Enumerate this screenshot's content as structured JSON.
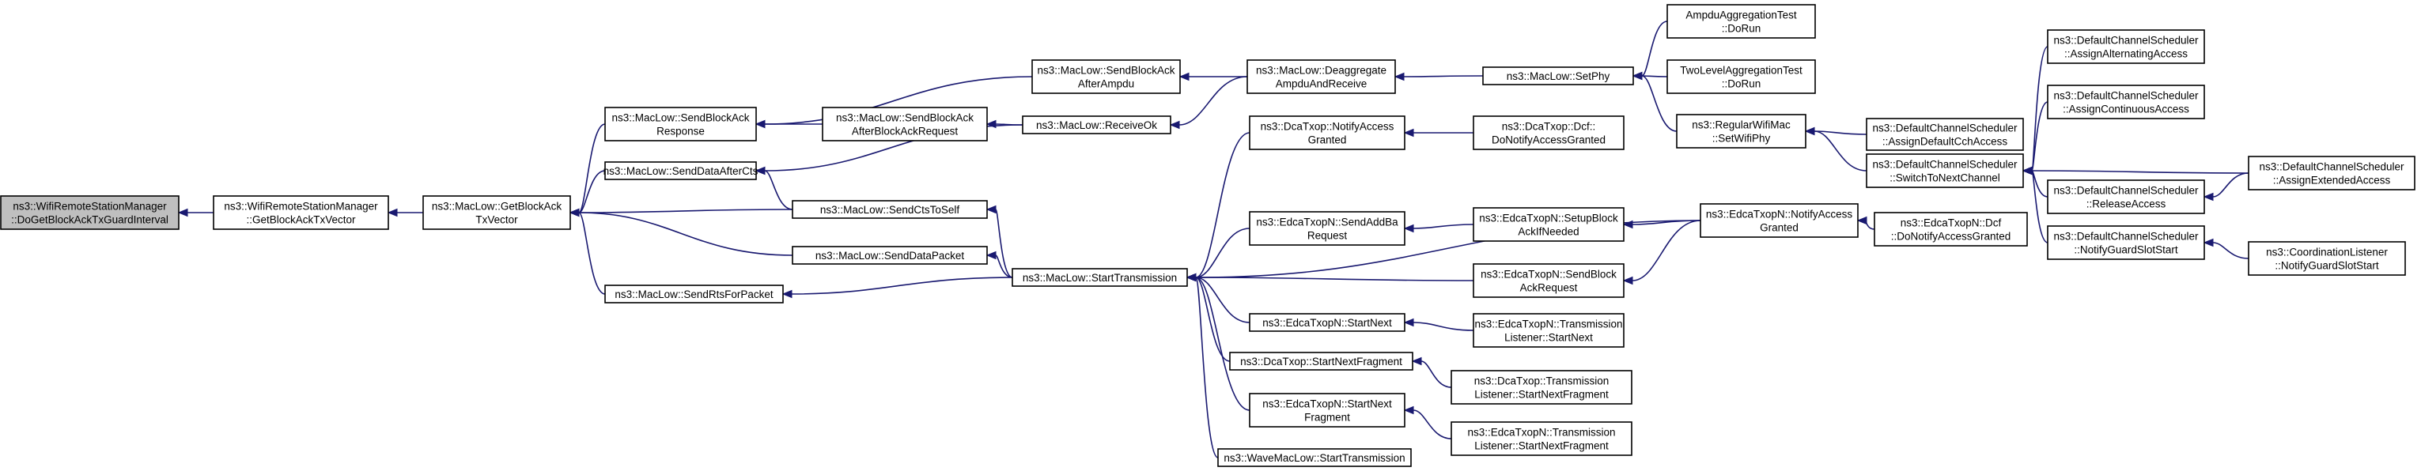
{
  "diagram": {
    "nodes": [
      {
        "id": "n0",
        "lines": [
          "ns3::WifiRemoteStationManager",
          "::DoGetBlockAckTxGuardInterval"
        ],
        "highlight": true
      },
      {
        "id": "n1",
        "lines": [
          "ns3::WifiRemoteStationManager",
          "::GetBlockAckTxVector"
        ]
      },
      {
        "id": "n2",
        "lines": [
          "ns3::MacLow::GetBlockAck",
          "TxVector"
        ]
      },
      {
        "id": "n3",
        "lines": [
          "ns3::MacLow::SendBlockAck",
          "Response"
        ]
      },
      {
        "id": "n4",
        "lines": [
          "ns3::MacLow::SendDataAfterCts"
        ]
      },
      {
        "id": "n5",
        "lines": [
          "ns3::MacLow::SendCtsToSelf"
        ]
      },
      {
        "id": "n6",
        "lines": [
          "ns3::MacLow::SendDataPacket"
        ]
      },
      {
        "id": "n7",
        "lines": [
          "ns3::MacLow::SendRtsForPacket"
        ]
      },
      {
        "id": "n8",
        "lines": [
          "ns3::MacLow::SendBlockAck",
          "AfterAmpdu"
        ]
      },
      {
        "id": "n9",
        "lines": [
          "ns3::MacLow::SendBlockAck",
          "AfterBlockAckRequest"
        ]
      },
      {
        "id": "n10",
        "lines": [
          "ns3::MacLow::ReceiveOk"
        ]
      },
      {
        "id": "n11",
        "lines": [
          "ns3::MacLow::Deaggregate",
          "AmpduAndReceive"
        ]
      },
      {
        "id": "n12",
        "lines": [
          "ns3::MacLow::SetPhy"
        ]
      },
      {
        "id": "n13",
        "lines": [
          "AmpduAggregationTest",
          "::DoRun"
        ]
      },
      {
        "id": "n14",
        "lines": [
          "TwoLevelAggregationTest",
          "::DoRun"
        ]
      },
      {
        "id": "n15",
        "lines": [
          "ns3::RegularWifiMac",
          "::SetWifiPhy"
        ]
      },
      {
        "id": "n16",
        "lines": [
          "ns3::DefaultChannelScheduler",
          "::AssignDefaultCchAccess"
        ]
      },
      {
        "id": "n17",
        "lines": [
          "ns3::DefaultChannelScheduler",
          "::SwitchToNextChannel"
        ]
      },
      {
        "id": "n18",
        "lines": [
          "ns3::DefaultChannelScheduler",
          "::AssignAlternatingAccess"
        ]
      },
      {
        "id": "n19",
        "lines": [
          "ns3::DefaultChannelScheduler",
          "::AssignContinuousAccess"
        ]
      },
      {
        "id": "n20",
        "lines": [
          "ns3::DefaultChannelScheduler",
          "::ReleaseAccess"
        ]
      },
      {
        "id": "n21",
        "lines": [
          "ns3::DefaultChannelScheduler",
          "::AssignExtendedAccess"
        ]
      },
      {
        "id": "n22",
        "lines": [
          "ns3::DefaultChannelScheduler",
          "::NotifyGuardSlotStart"
        ]
      },
      {
        "id": "n23",
        "lines": [
          "ns3::CoordinationListener",
          "::NotifyGuardSlotStart"
        ]
      },
      {
        "id": "n24",
        "lines": [
          "ns3::MacLow::StartTransmission"
        ]
      },
      {
        "id": "n25",
        "lines": [
          "ns3::DcaTxop::NotifyAccess",
          "Granted"
        ]
      },
      {
        "id": "n26",
        "lines": [
          "ns3::DcaTxop::Dcf::",
          "DoNotifyAccessGranted"
        ]
      },
      {
        "id": "n27",
        "lines": [
          "ns3::EdcaTxopN::SendAddBa",
          "Request"
        ]
      },
      {
        "id": "n28",
        "lines": [
          "ns3::EdcaTxopN::SetupBlock",
          "AckIfNeeded"
        ]
      },
      {
        "id": "n29",
        "lines": [
          "ns3::EdcaTxopN::NotifyAccess",
          "Granted"
        ]
      },
      {
        "id": "n30",
        "lines": [
          "ns3::EdcaTxopN::Dcf",
          "::DoNotifyAccessGranted"
        ]
      },
      {
        "id": "n31",
        "lines": [
          "ns3::EdcaTxopN::SendBlock",
          "AckRequest"
        ]
      },
      {
        "id": "n32",
        "lines": [
          "ns3::EdcaTxopN::StartNext"
        ]
      },
      {
        "id": "n33",
        "lines": [
          "ns3::EdcaTxopN::Transmission",
          "Listener::StartNext"
        ]
      },
      {
        "id": "n34",
        "lines": [
          "ns3::DcaTxop::StartNextFragment"
        ]
      },
      {
        "id": "n35",
        "lines": [
          "ns3::DcaTxop::Transmission",
          "Listener::StartNextFragment"
        ]
      },
      {
        "id": "n36",
        "lines": [
          "ns3::EdcaTxopN::StartNext",
          "Fragment"
        ]
      },
      {
        "id": "n37",
        "lines": [
          "ns3::EdcaTxopN::Transmission",
          "Listener::StartNextFragment"
        ]
      },
      {
        "id": "n38",
        "lines": [
          "ns3::WaveMacLow::StartTransmission"
        ]
      }
    ],
    "edges": [
      {
        "from": "n1",
        "to": "n0"
      },
      {
        "from": "n2",
        "to": "n1"
      },
      {
        "from": "n3",
        "to": "n2"
      },
      {
        "from": "n4",
        "to": "n2"
      },
      {
        "from": "n5",
        "to": "n2"
      },
      {
        "from": "n6",
        "to": "n2"
      },
      {
        "from": "n7",
        "to": "n2"
      },
      {
        "from": "n8",
        "to": "n3"
      },
      {
        "from": "n9",
        "to": "n3"
      },
      {
        "from": "n11",
        "to": "n8"
      },
      {
        "from": "n10",
        "to": "n9"
      },
      {
        "from": "n11",
        "to": "n10"
      },
      {
        "from": "n12",
        "to": "n11"
      },
      {
        "from": "n13",
        "to": "n12"
      },
      {
        "from": "n14",
        "to": "n12"
      },
      {
        "from": "n15",
        "to": "n12"
      },
      {
        "from": "n16",
        "to": "n15"
      },
      {
        "from": "n17",
        "to": "n15"
      },
      {
        "from": "n18",
        "to": "n17"
      },
      {
        "from": "n19",
        "to": "n17"
      },
      {
        "from": "n20",
        "to": "n17"
      },
      {
        "from": "n21",
        "to": "n17"
      },
      {
        "from": "n22",
        "to": "n17"
      },
      {
        "from": "n21",
        "to": "n20"
      },
      {
        "from": "n23",
        "to": "n22"
      },
      {
        "from": "n10",
        "to": "n4"
      },
      {
        "from": "n5",
        "to": "n4"
      },
      {
        "from": "n24",
        "to": "n5"
      },
      {
        "from": "n24",
        "to": "n6"
      },
      {
        "from": "n24",
        "to": "n7"
      },
      {
        "from": "n25",
        "to": "n24"
      },
      {
        "from": "n29",
        "to": "n24"
      },
      {
        "from": "n27",
        "to": "n24"
      },
      {
        "from": "n31",
        "to": "n24"
      },
      {
        "from": "n32",
        "to": "n24"
      },
      {
        "from": "n34",
        "to": "n24"
      },
      {
        "from": "n36",
        "to": "n24"
      },
      {
        "from": "n38",
        "to": "n24"
      },
      {
        "from": "n26",
        "to": "n25"
      },
      {
        "from": "n28",
        "to": "n27"
      },
      {
        "from": "n29",
        "to": "n28"
      },
      {
        "from": "n30",
        "to": "n29"
      },
      {
        "from": "n29",
        "to": "n31"
      },
      {
        "from": "n33",
        "to": "n32"
      },
      {
        "from": "n35",
        "to": "n34"
      },
      {
        "from": "n37",
        "to": "n36"
      }
    ]
  }
}
